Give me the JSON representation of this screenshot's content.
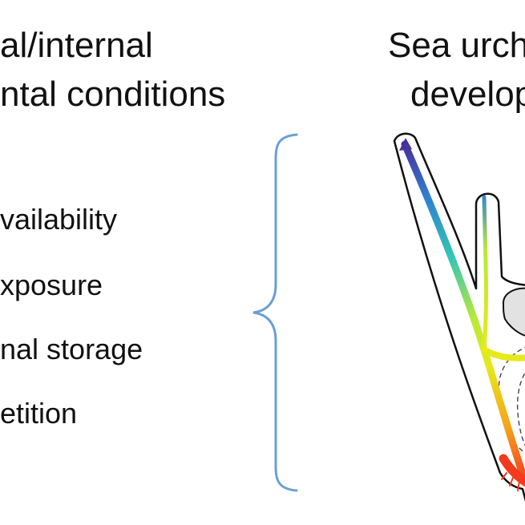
{
  "headings": {
    "left_line1": "al/internal",
    "left_line2": "ntal conditions",
    "right_line1": "Sea urch",
    "right_line2": "develop"
  },
  "factors": [
    "vailability",
    "xposure",
    "nal storage",
    "etition"
  ],
  "colors": {
    "brace": "#6a9fd4",
    "outline": "#111111",
    "gradient": [
      "#4a2f9a",
      "#2f7fd0",
      "#33c6b5",
      "#b8e83a",
      "#e6ea1c",
      "#f5a21a",
      "#f23a1c"
    ]
  }
}
